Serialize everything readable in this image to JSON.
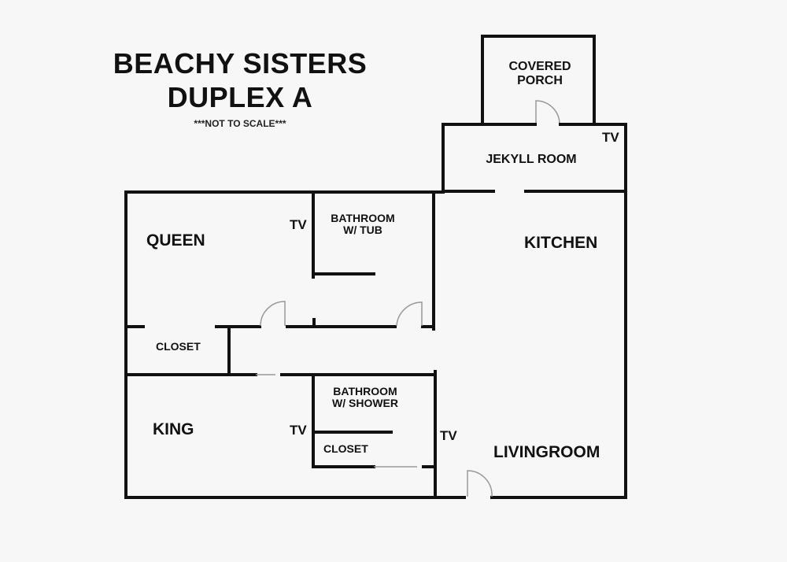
{
  "header": {
    "title_line1": "BEACHY SISTERS",
    "title_line2": "DUPLEX A",
    "subtitle": "***NOT TO SCALE***"
  },
  "rooms": {
    "covered_porch": {
      "line1": "COVERED",
      "line2": "PORCH"
    },
    "jekyll_room": "JEKYLL ROOM",
    "queen": "QUEEN",
    "bathroom_tub": {
      "line1": "BATHROOM",
      "line2": "W/ TUB"
    },
    "kitchen": "KITCHEN",
    "closet_left": "CLOSET",
    "king": "KING",
    "bathroom_shower": {
      "line1": "BATHROOM",
      "line2": "W/ SHOWER"
    },
    "closet_bath": "CLOSET",
    "livingroom": "LIVINGROOM"
  },
  "tv_markers": {
    "jekyll": "TV",
    "queen": "TV",
    "king": "TV",
    "livingroom": "TV"
  },
  "colors": {
    "wall": "#111111",
    "door": "#999999",
    "background": "#f7f7f7"
  }
}
